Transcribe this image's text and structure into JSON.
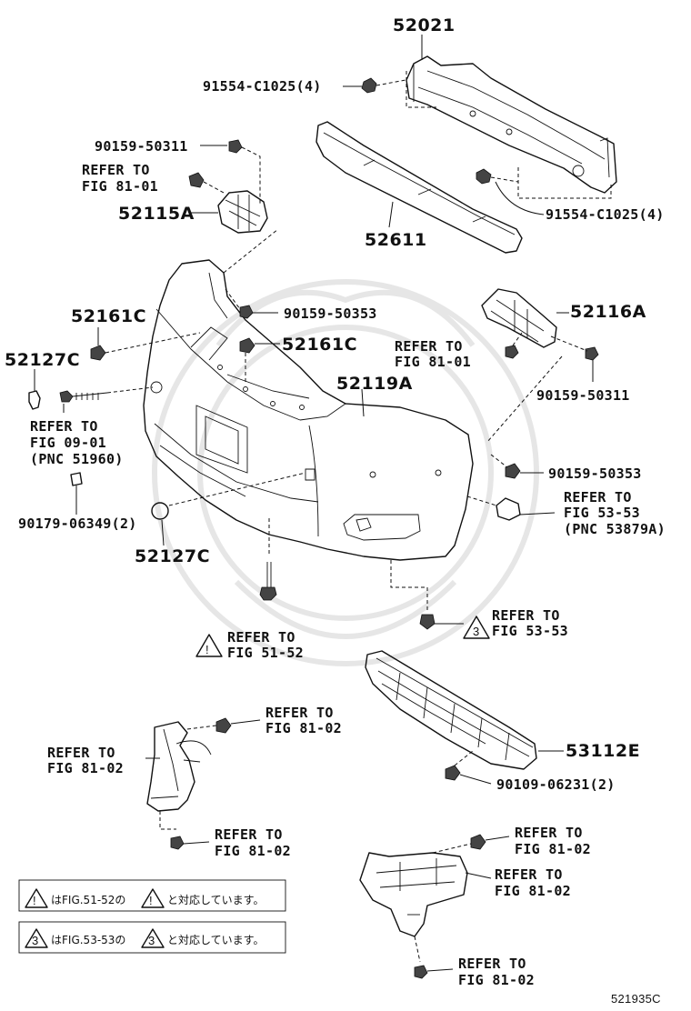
{
  "diagram": {
    "figure_code": "521935C",
    "part_labels": {
      "p52021": "52021",
      "p91554_top": "91554-C1025(4)",
      "p90159_50311_a": "90159-50311",
      "ref_81_01_a_1": "REFER TO",
      "ref_81_01_a_2": "FIG 81-01",
      "p52115A": "52115A",
      "p52611": "52611",
      "p91554_right": "91554-C1025(4)",
      "p52161C_left": "52161C",
      "p90159_50353_a": "90159-50353",
      "p52116A": "52116A",
      "p52127C_left": "52127C",
      "p52161C_mid": "52161C",
      "ref_81_01_b_1": "REFER TO",
      "ref_81_01_b_2": "FIG 81-01",
      "p52119A": "52119A",
      "p90159_50311_b": "90159-50311",
      "ref_09_01_1": "REFER TO",
      "ref_09_01_2": "FIG 09-01",
      "ref_09_01_3": "(PNC 51960)",
      "p90159_50353_b": "90159-50353",
      "ref_53_53_a_1": "REFER TO",
      "ref_53_53_a_2": "FIG 53-53",
      "ref_53_53_a_3": "(PNC 53879A)",
      "p90179": "90179-06349(2)",
      "p52127C_bottom": "52127C",
      "ref_53_53_b_1": "REFER TO",
      "ref_53_53_b_2": "FIG 53-53",
      "ref_51_52_1": "REFER TO",
      "ref_51_52_2": "FIG 51-52",
      "ref_81_02_a_1": "REFER TO",
      "ref_81_02_a_2": "FIG 81-02",
      "ref_81_02_b_1": "REFER TO",
      "ref_81_02_b_2": "FIG 81-02",
      "p53112E": "53112E",
      "p90109": "90109-06231(2)",
      "ref_81_02_c_1": "REFER TO",
      "ref_81_02_c_2": "FIG 81-02",
      "ref_81_02_d_1": "REFER TO",
      "ref_81_02_d_2": "FIG 81-02",
      "ref_81_02_e_1": "REFER TO",
      "ref_81_02_e_2": "FIG 81-02",
      "ref_81_02_f_1": "REFER TO",
      "ref_81_02_f_2": "FIG 81-02"
    },
    "warning_symbols": {
      "tri_1": "!",
      "tri_3": "3"
    },
    "notes": {
      "note1_a": "はFIG.51-52の",
      "note1_b": "と対応しています。",
      "note2_a": "はFIG.53-53の",
      "note2_b": "と対応しています。"
    }
  }
}
